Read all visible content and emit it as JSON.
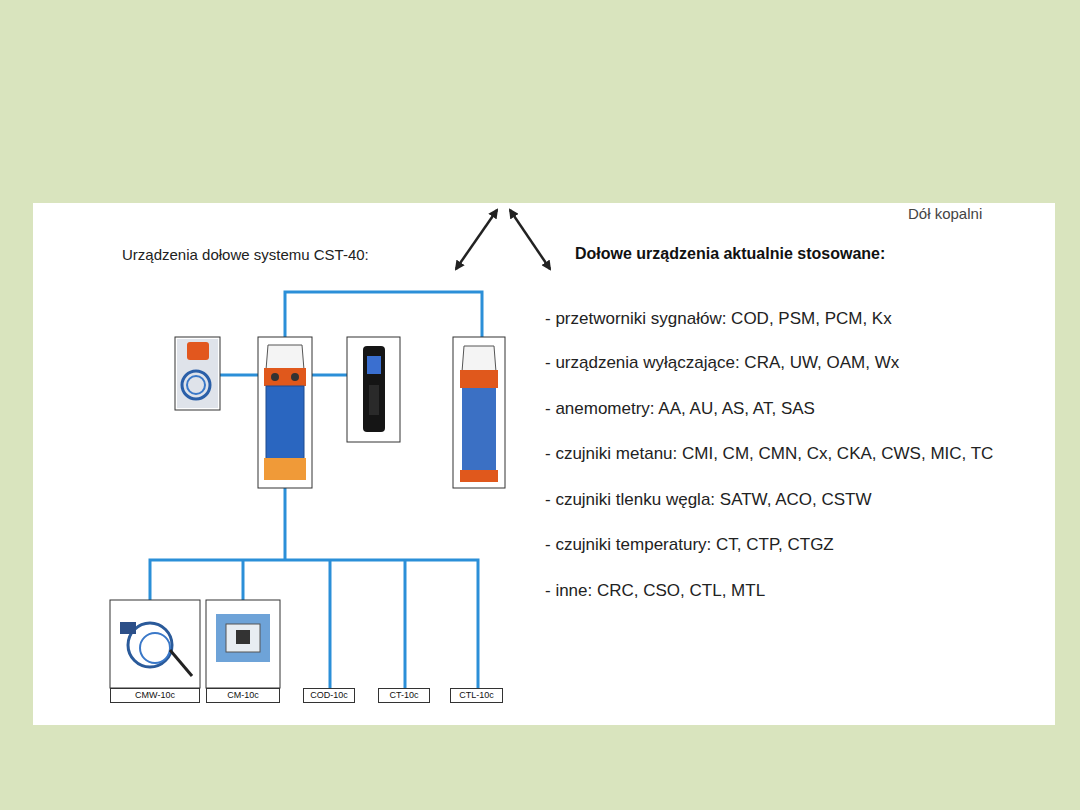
{
  "diagram": {
    "nodes": [
      {
        "text": [
          "CMW-10c"
        ]
      },
      {
        "text": [
          "CM-10c"
        ]
      },
      {
        "text": [
          "COD-10c"
        ]
      },
      {
        "text": [
          "CT-10c"
        ]
      },
      {
        "text": [
          "CTL-10c"
        ]
      }
    ],
    "labels": [
      "Dół kopalni",
      "Urządzenia dołowe systemu CST-40:",
      "Dołowe urządzenia aktualnie stosowane:",
      "- przetworniki sygnałów: COD, PSM, PCM, Kx",
      "- urządzenia wyłączające: CRA, UW, OAM, Wx",
      "- anemometry: AA, AU, AS, AT, SAS",
      "- czujniki metanu: CMI, CM, CMN, Cx, CKA, CWS, MIC, TC",
      "- czujniki tlenku węgla: SATW, ACO, CSTW",
      "- czujniki temperatury: CT, CTP, CTGZ",
      "- inne: CRC, CSO, CTL, MTL"
    ]
  }
}
